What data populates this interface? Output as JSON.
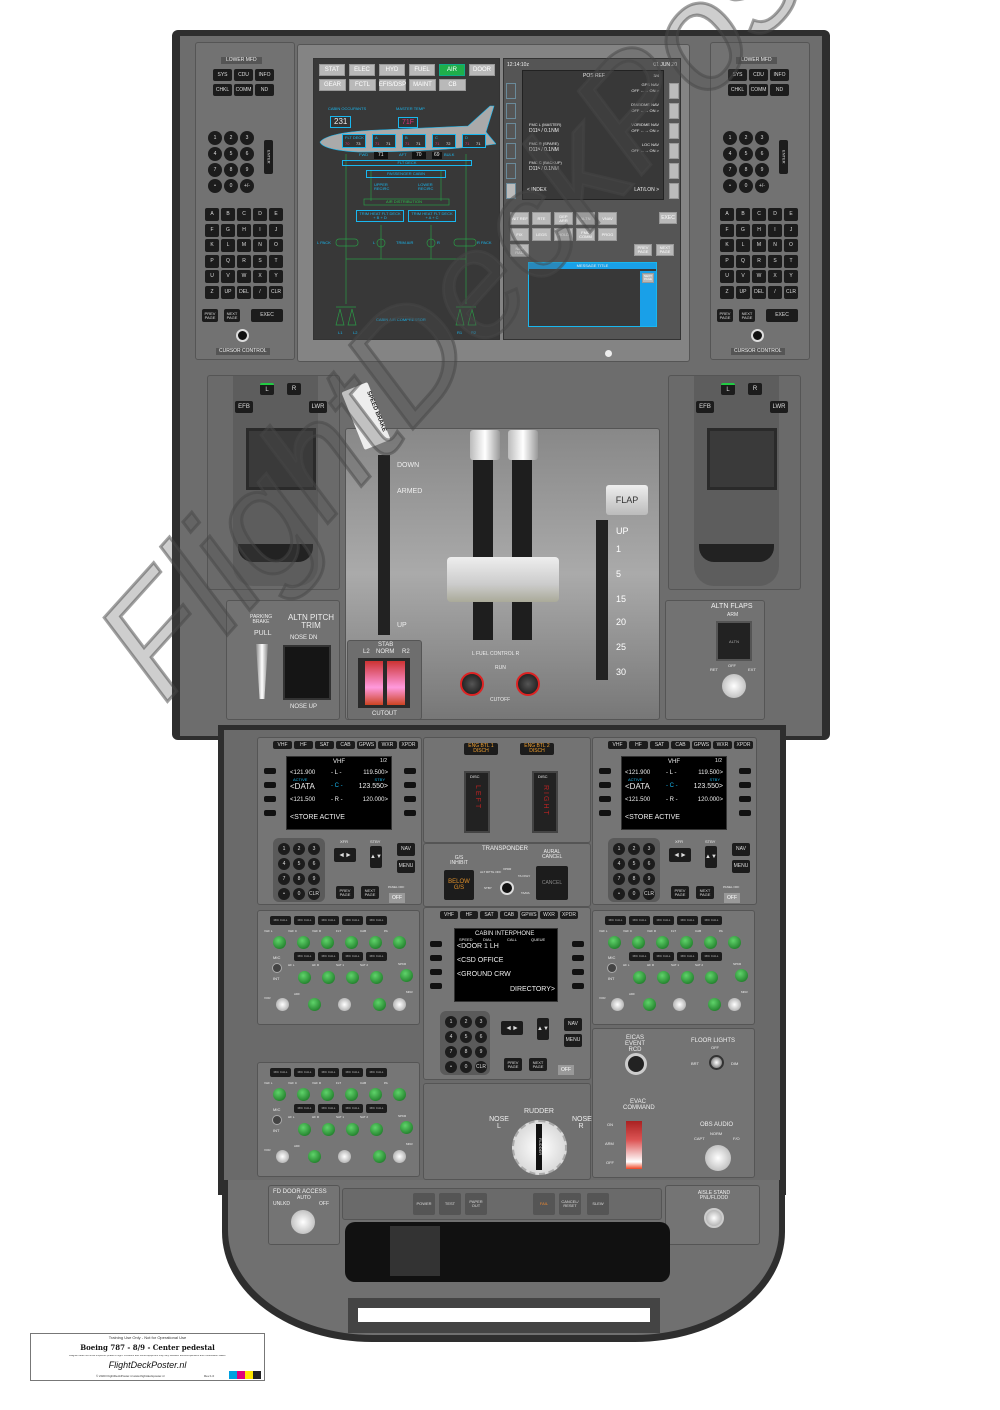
{
  "title_block": {
    "disclaimer": "Training Use Only - Not for Operational Use",
    "title": "Boeing 787 - 8/9  -  Center pedestal",
    "note": "Diagram does not show a specific phase of flight. Positions and some equipment may vary between airlines/operators and modification states.",
    "brand": "FlightDeckPoster.nl",
    "copyright": "© 2020 FlightDeckPoster.nl     www.flightdeckposter.nl",
    "revision": "Rev.1.0",
    "cmyk": [
      "#00a0e0",
      "#e0007a",
      "#ffe600",
      "#222222"
    ]
  },
  "watermark": "FlightDeckPoster.nl",
  "mfd_keypad": {
    "title": "LOWER MFD",
    "mode_keys": [
      "SYS",
      "CDU",
      "INFO",
      "CHKL",
      "COMM",
      "ND"
    ],
    "num_keys": [
      "1",
      "2",
      "3",
      "4",
      "5",
      "6",
      "7",
      "8",
      "9",
      "•",
      "0",
      "+/-"
    ],
    "enter": "ENTER",
    "alpha_keys": [
      "A",
      "B",
      "C",
      "D",
      "E",
      "F",
      "G",
      "H",
      "I",
      "J",
      "K",
      "L",
      "M",
      "N",
      "O",
      "P",
      "Q",
      "R",
      "S",
      "T",
      "U",
      "V",
      "W",
      "X",
      "Y",
      "Z",
      "UP",
      "DEL",
      "/",
      "CLR"
    ],
    "prev": "PREV PAGE",
    "next": "NEXT PAGE",
    "exec": "EXEC",
    "cursor": "CURSOR CONTROL"
  },
  "eicas": {
    "tabs": [
      "STAT",
      "ELEC",
      "HYD",
      "FUEL",
      "AIR",
      "DOOR",
      "GEAR",
      "FCTL",
      "EFIS/DSP",
      "MAINT",
      "CB"
    ],
    "active_tab": "AIR",
    "cabin_occupants_label": "CABIN OCCUPANTS",
    "cabin_occupants": "231",
    "master_temp_label": "MASTER TEMP",
    "master_temp": "71F",
    "zones": [
      {
        "name": "FLT DECK",
        "t1": "70",
        "t2": "73"
      },
      {
        "name": "A",
        "t1": "71",
        "t2": "71"
      },
      {
        "name": "B",
        "t1": "71",
        "t2": "71"
      },
      {
        "name": "C",
        "t1": "71",
        "t2": "72"
      },
      {
        "name": "D",
        "t1": "71",
        "t2": "71"
      }
    ],
    "fwd_label": "FWD",
    "fwd": "71",
    "aft_label": "AFT",
    "aft": "70",
    "bulk": "69",
    "bulk_label": "BULK",
    "flt_deck": "FLT DECK",
    "pax_cabin": "PASSENGER CABIN",
    "upper_recirc": "UPPER RECIRC",
    "lower_recirc": "LOWER RECIRC",
    "air_dist": "AIR DISTRIBUTION",
    "trim_heat_l": "TRIM HEAT FLT DECK + B + D",
    "trim_heat_r": "TRIM HEAT FLT DECK + A + C",
    "l_pack": "L PACK",
    "r_pack": "R PACK",
    "trim_air": "TRIM AIR",
    "l": "L",
    "r": "R",
    "compressor": "CABIN AIR COMPRESSOR",
    "comp_labels": [
      "L1",
      "L2",
      "R1",
      "R2"
    ]
  },
  "cdu": {
    "time": "12:14:10z",
    "date": "01 JUN 20",
    "page_title": "POS REF",
    "page_num": "3/4",
    "right_items": [
      {
        "label": "GPS NAV",
        "value": "OFF ←→ ON >"
      },
      {
        "label": "DME/DME NAV",
        "value": "OFF ←→ ON >"
      },
      {
        "label": "VOR/DME NAV",
        "value": "OFF ←→ ON >"
      },
      {
        "label": "LOC NAV",
        "value": "OFF ←→ ON >"
      }
    ],
    "left_items": [
      {
        "label": "FMC L (MASTER)",
        "value": "D11ᴺ / 0.1NM"
      },
      {
        "label": "FMC R (SPARE)",
        "value": "D11ᴺ / 0.1NM"
      },
      {
        "label": "FMC C (BACKUP)",
        "value": "D11ᴺ / 0.1NM"
      }
    ],
    "index": "< INDEX",
    "latlon": "LAT/LON >",
    "keys": [
      "INIT REF",
      "RTE",
      "DEP ARR",
      "ALTN",
      "VNAV",
      "FIX",
      "LEGS",
      "HOLD",
      "FMC COMM",
      "PROG",
      "NAV RAD"
    ],
    "exec": "EXEC",
    "prev": "PREV PAGE",
    "next": "NEXT PAGE",
    "msg_title": "MESSAGE TITLE",
    "msg_next": "NEXT PAGE"
  },
  "efb": {
    "l": "L",
    "r": "R",
    "efb": "EFB",
    "lwr": "LWR"
  },
  "throttle": {
    "speed_brake": "SPEED BRAKE",
    "down": "DOWN",
    "armed": "ARMED",
    "up": "UP",
    "flap": "FLAP",
    "flap_detents": [
      "UP",
      "1",
      "5",
      "15",
      "20",
      "25",
      "30"
    ],
    "fuel_control": "L   FUEL CONTROL   R",
    "run": "RUN",
    "cutoff": "CUTOFF"
  },
  "parking": {
    "brake": "PARKING BRAKE",
    "pull": "PULL",
    "altn_pitch": "ALTN PITCH TRIM",
    "nose_dn": "NOSE DN",
    "nose_up": "NOSE UP"
  },
  "stab": {
    "title": "STAB",
    "l2": "L2",
    "norm": "NORM",
    "r2": "R2",
    "cutout": "CUTOUT"
  },
  "altn_flaps": {
    "title": "ALTN FLAPS",
    "arm": "ARM",
    "altn": "ALTN",
    "ret": "RET",
    "off": "OFF",
    "ext": "EXT"
  },
  "radio": {
    "tabs": [
      "VHF",
      "HF",
      "SAT",
      "CAB",
      "GPWS",
      "WXR",
      "XPDR"
    ],
    "title": "VHF",
    "page": "1/2",
    "rows": [
      {
        "left": "<121.900",
        "mid": "- L -",
        "right": "119.500>"
      },
      {
        "left": "<DATA",
        "mid": "- C -",
        "right": "123.550>"
      },
      {
        "left": "<121.500",
        "mid": "- R -",
        "right": "120.000>"
      }
    ],
    "active": "ACTIVE",
    "stby": "STBY",
    "store": "<STORE ACTIVE",
    "nums": [
      "1",
      "2",
      "3",
      "4",
      "5",
      "6",
      "7",
      "8",
      "9",
      "•",
      "0",
      "CLR"
    ],
    "xfr": "XFR",
    "stby_lbl": "STBY",
    "nav": "NAV",
    "menu": "MENU",
    "prev": "PREV PAGE",
    "next": "NEXT PAGE",
    "panel_off": "PANEL OFF",
    "off": "OFF"
  },
  "fire": {
    "btl1": "ENG BTL 1 DISCH",
    "btl2": "ENG BTL 2 DISCH",
    "disc": "DISC",
    "left": "LEFT",
    "right": "RIGHT"
  },
  "transponder": {
    "gs_inhibit": "G/S INHIBIT",
    "below_gs": "BELOW G/S",
    "title": "TRANSPONDER",
    "alt": "ALT RPTG OFF",
    "xpdr": "XPDR",
    "ta_only": "TA ONLY",
    "stby": "STBY",
    "tara": "TA/RA",
    "aural": "AURAL CANCEL",
    "cancel": "CANCEL"
  },
  "interphone": {
    "title": "CABIN INTERPHONE",
    "cols": [
      "SPEED",
      "DIAL",
      "CALL",
      "QUEUE"
    ],
    "items": [
      "<DOOR 1 LH",
      "<CSD OFFICE",
      "<GROUND CRW"
    ],
    "directory": "DIRECTORY>"
  },
  "audio": {
    "mic_call": "MIC CALL",
    "row1": [
      "VHF L",
      "VHF C",
      "VHF R",
      "FLT",
      "CAB",
      "PA"
    ],
    "row2": [
      "HF L",
      "HF R",
      "SAT 1",
      "SAT 2"
    ],
    "spkr": "SPKR",
    "mic": "MIC",
    "int": "INT",
    "vor": "VOR",
    "adf": "ADF",
    "mkr": "MKR"
  },
  "misc": {
    "eicas_event": "EICAS EVENT RCD",
    "floor_lights": "FLOOR LIGHTS",
    "fl_off": "OFF",
    "brt": "BRT",
    "dim": "DIM",
    "evac": "EVAC COMMAND",
    "on": "ON",
    "arm": "ARM",
    "off": "OFF",
    "obs": "OBS AUDIO",
    "capt": "CAPT",
    "norm": "NORM",
    "fo": "F/O",
    "rudder": "RUDDER",
    "rudder_knob": "RUDDER",
    "nose_l": "NOSE L",
    "nose_r": "NOSE R"
  },
  "printer": {
    "fd_door": "FD DOOR ACCESS",
    "auto": "AUTO",
    "unlkd": "UNLKD",
    "off": "OFF",
    "keys": [
      "POWER",
      "TEST",
      "PAPER OUT",
      "FAIL",
      "CANCEL/ RESET",
      "SLEW"
    ],
    "aisle": "AISLE STAND PNL/FLOOD"
  }
}
